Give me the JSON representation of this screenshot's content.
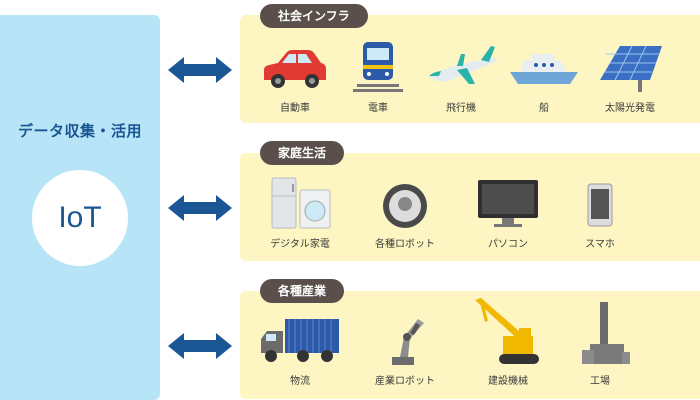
{
  "left": {
    "title": "データ収集・活用",
    "circle_label": "IoT"
  },
  "categories": [
    {
      "label": "社会インフラ",
      "items": [
        "自動車",
        "電車",
        "飛行機",
        "船",
        "太陽光発電"
      ]
    },
    {
      "label": "家庭生活",
      "items": [
        "デジタル家電",
        "各種ロボット",
        "パソコン",
        "スマホ"
      ]
    },
    {
      "label": "各種産業",
      "items": [
        "物流",
        "産業ロボット",
        "建設機械",
        "工場"
      ]
    }
  ],
  "colors": {
    "left_panel": "#b8e4f7",
    "accent_blue": "#1a5694",
    "panel_bg": "#fdf6c3",
    "label_bg": "#5a4f4a"
  }
}
